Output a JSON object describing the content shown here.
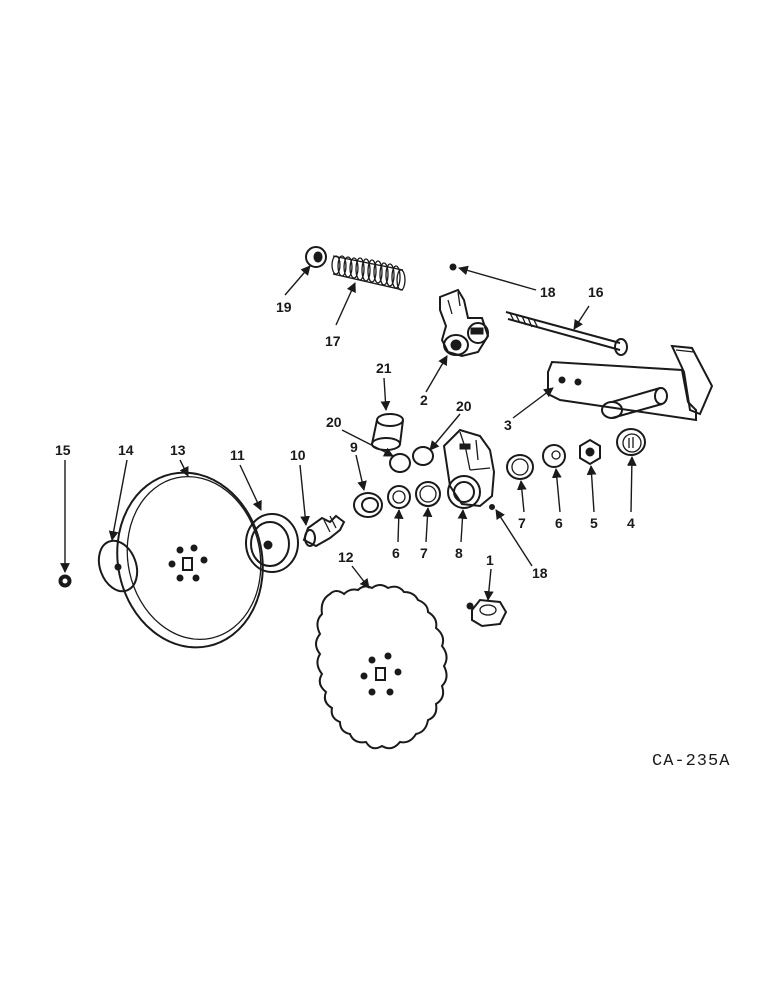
{
  "diagram_code": "CA-235A",
  "callouts": {
    "c1": "1",
    "c2": "2",
    "c3": "3",
    "c4": "4",
    "c5": "5",
    "c6a": "6",
    "c6b": "6",
    "c7a": "7",
    "c7b": "7",
    "c8": "8",
    "c9": "9",
    "c10": "10",
    "c11": "11",
    "c12": "12",
    "c13": "13",
    "c14": "14",
    "c15": "15",
    "c16": "16",
    "c17": "17",
    "c18a": "18",
    "c18b": "18",
    "c19": "19",
    "c20a": "20",
    "c20b": "20",
    "c21": "21"
  }
}
